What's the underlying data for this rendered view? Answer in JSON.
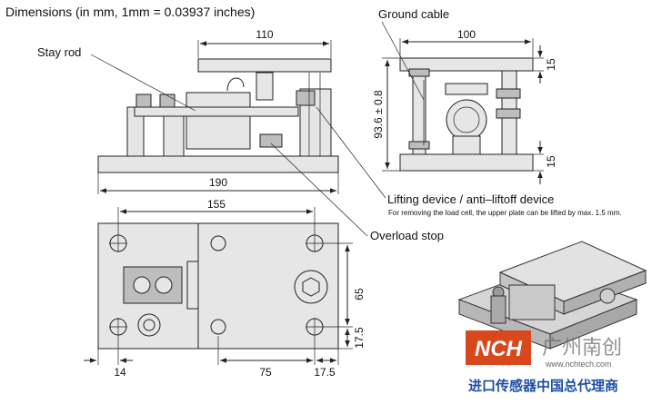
{
  "title": "Dimensions (in mm, 1mm = 0.03937 inches)",
  "labels": {
    "stay_rod": "Stay rod",
    "ground_cable": "Ground cable",
    "lifting_device": "Lifting device / anti–liftoff device",
    "lifting_note": "For removing the load cell, the upper plate can be lifted by max. 1.5 mm.",
    "overload_stop": "Overload stop"
  },
  "dimensions": {
    "side_110": "110",
    "side_190": "190",
    "end_100": "100",
    "end_15_top": "15",
    "end_93_6": "93.6 ± 0.8",
    "end_15_bottom": "15",
    "plan_155": "155",
    "plan_65": "65",
    "plan_17_5_right": "17.5",
    "plan_14": "14",
    "plan_75": "75",
    "plan_17_5_bottom": "17.5"
  },
  "watermark": {
    "logo": "NCH",
    "chinese_brand": "广州南创",
    "url": "www.nchtech.com",
    "tagline": "进口传感器中国总代理商"
  }
}
